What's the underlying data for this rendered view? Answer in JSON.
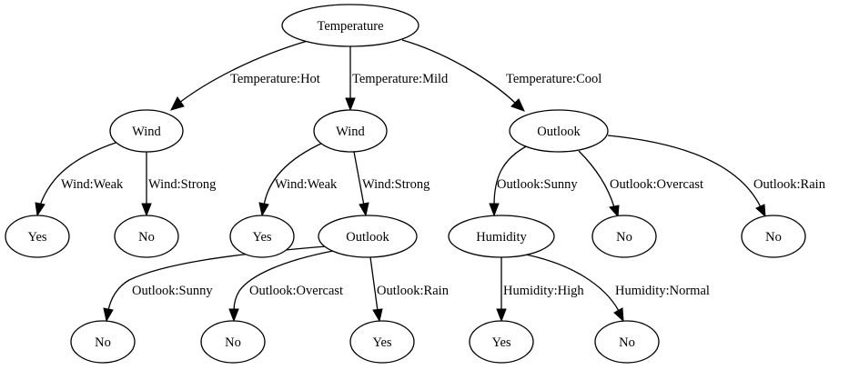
{
  "diagram": {
    "nodes": {
      "temperature": "Temperature",
      "wind_hot": "Wind",
      "wind_mild": "Wind",
      "outlook_cool": "Outlook",
      "yes_hot_weak": "Yes",
      "no_hot_strong": "No",
      "yes_mild_weak": "Yes",
      "outlook_mild_strong": "Outlook",
      "humidity_cool_sunny": "Humidity",
      "no_cool_overcast": "No",
      "no_cool_rain": "No",
      "no_mild_sunny": "No",
      "no_mild_overcast": "No",
      "yes_mild_rain": "Yes",
      "yes_humidity_high": "Yes",
      "no_humidity_normal": "No"
    },
    "edges": {
      "temp_hot": "Temperature:Hot",
      "temp_mild": "Temperature:Mild",
      "temp_cool": "Temperature:Cool",
      "hot_wind_weak": "Wind:Weak",
      "hot_wind_strong": "Wind:Strong",
      "mild_wind_weak": "Wind:Weak",
      "mild_wind_strong": "Wind:Strong",
      "cool_outlook_sunny": "Outlook:Sunny",
      "cool_outlook_overcast": "Outlook:Overcast",
      "cool_outlook_rain": "Outlook:Rain",
      "mild_outlook_sunny": "Outlook:Sunny",
      "mild_outlook_overcast": "Outlook:Overcast",
      "mild_outlook_rain": "Outlook:Rain",
      "humidity_high": "Humidity:High",
      "humidity_normal": "Humidity:Normal"
    }
  }
}
